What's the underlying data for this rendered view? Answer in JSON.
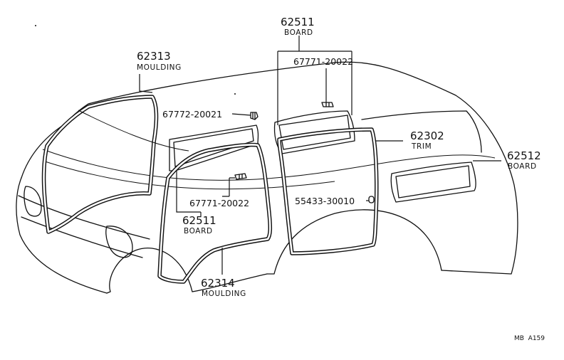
{
  "labels": {
    "p62511_top": {
      "number": "62511",
      "desc": "BOARD"
    },
    "p67771_top": {
      "number": "67771-20022"
    },
    "p62313": {
      "number": "62313",
      "desc": "MOULDING"
    },
    "p67772": {
      "number": "67772-20021"
    },
    "p62302": {
      "number": "62302",
      "desc": "TRIM"
    },
    "p62512": {
      "number": "62512",
      "desc": "BOARD"
    },
    "p55433": {
      "number": "55433-30010"
    },
    "p67771_mid": {
      "number": "67771-20022"
    },
    "p62511_mid": {
      "number": "62511",
      "desc": "BOARD"
    },
    "p62314": {
      "number": "62314",
      "desc": "MOULDING"
    }
  },
  "reference_code": "MB  A159"
}
